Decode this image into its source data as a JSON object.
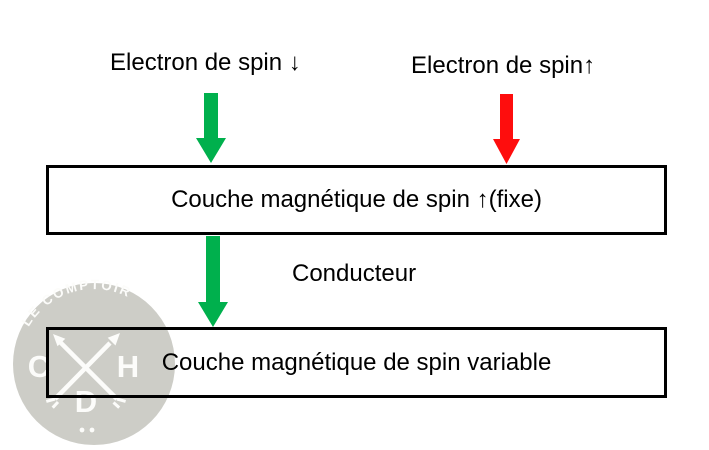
{
  "labels": {
    "electron_down": "Electron de spin ↓",
    "electron_up": "Electron de spin↑",
    "conductor": "Conducteur"
  },
  "layers": {
    "fixed": "Couche magnétique de spin ↑(fixe)",
    "variable": "Couche magnétique de spin variable"
  },
  "watermark": {
    "arc_text": "LE COMPTOIR",
    "letter_left": "C",
    "letter_right": "H",
    "letter_bottom": "D"
  },
  "colors": {
    "green_arrow": "#00b04d",
    "red_arrow": "#fe0d0d",
    "box_border": "#000000",
    "text": "#000000",
    "watermark_fill": "#cdcdc7",
    "watermark_glyphs": "#fcfcfa"
  }
}
